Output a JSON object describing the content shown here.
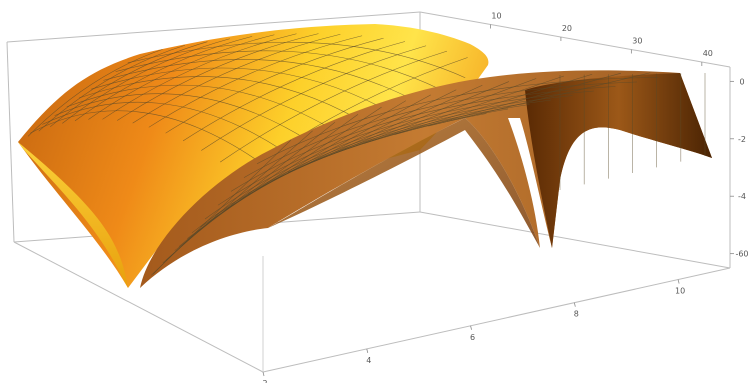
{
  "chart_data": {
    "type": "surface3d",
    "title": "",
    "xlabel": "",
    "ylabel": "",
    "zlabel": "",
    "x_axis": {
      "ticks": [
        {
          "value": 2,
          "label": "2"
        },
        {
          "value": 4,
          "label": "4"
        },
        {
          "value": 6,
          "label": "6"
        },
        {
          "value": 8,
          "label": "8"
        },
        {
          "value": 10,
          "label": "10"
        }
      ],
      "range": [
        2,
        11
      ]
    },
    "y_axis": {
      "ticks": [
        {
          "value": 10,
          "label": "10"
        },
        {
          "value": 20,
          "label": "20"
        },
        {
          "value": 30,
          "label": "30"
        },
        {
          "value": 40,
          "label": "40"
        }
      ],
      "range": [
        0,
        44
      ]
    },
    "z_axis": {
      "ticks": [
        {
          "value": 0,
          "label": "0"
        },
        {
          "value": -20,
          "label": "-2"
        },
        {
          "value": -40,
          "label": "-4"
        },
        {
          "value": -60,
          "label": "-60"
        }
      ],
      "range": [
        -65,
        5
      ]
    },
    "series": [
      {
        "color_top": "#f0a020",
        "color_side": "#7a3f08"
      },
      {
        "color_top": "#c8772a",
        "color_side": "#6a3508"
      }
    ],
    "grid": false,
    "box": true,
    "colors": {
      "box": "#bdbdbd",
      "tick_text": "#555555",
      "mesh": "#5a4a2a"
    }
  }
}
